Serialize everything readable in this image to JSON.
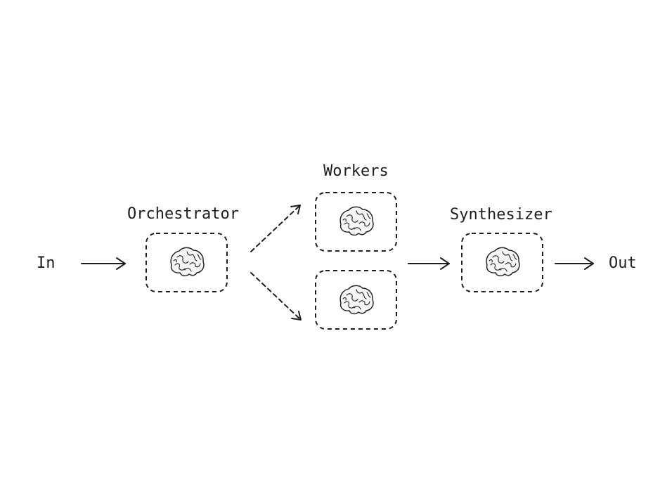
{
  "labels": {
    "input": "In",
    "output": "Out",
    "orchestrator": "Orchestrator",
    "workers": "Workers",
    "synthesizer": "Synthesizer"
  },
  "icons": {
    "node_icon": "brain-icon"
  },
  "colors": {
    "stroke": "#1e1e1e",
    "background": "#ffffff"
  }
}
